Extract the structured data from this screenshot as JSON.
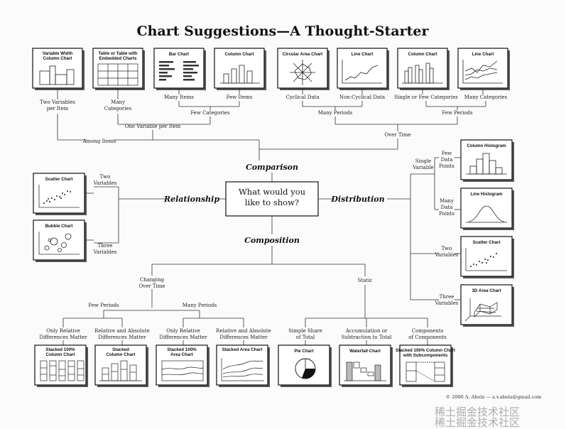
{
  "title": "Chart Suggestions—A Thought-Starter",
  "center_question": "What would you like to show?",
  "hubs": {
    "comparison": "Comparison",
    "relationship": "Relationship",
    "distribution": "Distribution",
    "composition": "Composition"
  },
  "charts": {
    "variable_width_column": "Variable Width Column Chart",
    "table_embedded": "Table or Table with Embedded Charts",
    "bar": "Bar Chart",
    "column_top": "Column Chart",
    "circular_area": "Circular Area Chart",
    "line_top": "Line Chart",
    "column_top2": "Column Chart",
    "line_top2": "Line Chart",
    "scatter_left": "Scatter Chart",
    "bubble": "Bubble Chart",
    "column_histogram": "Column Histogram",
    "line_histogram": "Line Histogram",
    "scatter_right": "Scatter Chart",
    "area_3d": "3D Area Chart",
    "stacked_100_column": "Stacked 100% Column Chart",
    "stacked_column": "Stacked Column Chart",
    "stacked_100_area": "Stacked 100% Area Chart",
    "stacked_area": "Stacked Area Chart",
    "pie": "Pie Chart",
    "waterfall": "Waterfall Chart",
    "stacked_100_subcomponents": "Stacked 100% Column Chart with Subcomponents"
  },
  "labels": {
    "two_vars_per_item": "Two Variables per Item",
    "many_categories_left": "Many Categories",
    "many_items": "Many Items",
    "few_items": "Few Items",
    "cyclical": "Cyclical Data",
    "non_cyclical": "Non-Cyclical Data",
    "single_few_categories": "Single or Few Categories",
    "many_categories_right": "Many Categories",
    "few_categories": "Few Categories",
    "many_periods": "Many Periods",
    "few_periods_top": "Few Periods",
    "one_var_per_item": "One Variable per Item",
    "among_items": "Among Items",
    "over_time": "Over Time",
    "two_variables_rel": "Two Variables",
    "three_variables_rel": "Three Variables",
    "single_variable": "Single Variable",
    "few_data_points": "Few Data Points",
    "many_data_points": "Many Data Points",
    "two_variables_dist": "Two Variables",
    "three_variables_dist": "Three Variables",
    "changing_over_time": "Changing Over Time",
    "static": "Static",
    "few_periods_bottom": "Few Periods",
    "many_periods_bottom": "Many Periods",
    "only_relative_1": "Only Relative Differences Matter",
    "rel_abs_1": "Relative and Absolute Differences Matter",
    "only_relative_2": "Only Relative Differences Matter",
    "rel_abs_2": "Relative and Absolute Differences Matter",
    "simple_share": "Simple Share of Total",
    "accumulation": "Accumulation or Subtraction to Total",
    "components": "Components of Components"
  },
  "copyright": "© 2006  A. Abela — a.v.abela@gmail.com",
  "watermark": "稀土掘金技术社区"
}
